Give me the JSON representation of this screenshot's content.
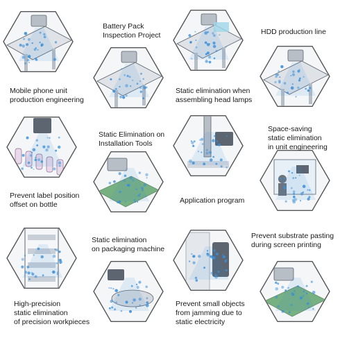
{
  "captions": {
    "battery_pack": [
      "Battery Pack",
      "Inspection Project"
    ],
    "hdd_line": [
      "HDD production line"
    ],
    "mobile_phone": [
      "Mobile phone unit",
      "production engineering"
    ],
    "head_lamps": [
      "Static elimination when",
      "assembling head lamps"
    ],
    "space_saving": [
      "Space-saving",
      "static elimination",
      "in unit engineering"
    ],
    "installation_tools": [
      "Static Elimination on",
      "Installation Tools"
    ],
    "label_position": [
      "Prevent label position",
      "offset on bottle"
    ],
    "application_program": [
      "Application program"
    ],
    "substrate_pasting": [
      "Prevent substrate pasting",
      "during screen printing"
    ],
    "packaging_machine": [
      "Static elimination",
      "on packaging machine"
    ],
    "precision_workpieces": [
      "High-precision",
      "static elimination",
      "of precision workpieces"
    ],
    "small_objects": [
      "Prevent small objects",
      "from jamming due to",
      "static electricity"
    ]
  },
  "colors": {
    "hex_border": "#555555",
    "hex_fill": "#f4f6f8",
    "ion_blue": "#3a8fd8",
    "machine_gray": "#b8bec6",
    "machine_dark": "#5c6570",
    "board_green": "#4f9a5a"
  },
  "hexagons": [
    {
      "name": "hex-assembly-bench",
      "scene": "bench"
    },
    {
      "name": "hex-hdd-line",
      "scene": "hdd"
    },
    {
      "name": "hex-battery-inspection",
      "scene": "inspect"
    },
    {
      "name": "hex-conveyor-ionizer",
      "scene": "conveyor"
    },
    {
      "name": "hex-bottle-line",
      "scene": "bottles"
    },
    {
      "name": "hex-tool-ionizer",
      "scene": "tool"
    },
    {
      "name": "hex-circuit-board",
      "scene": "board"
    },
    {
      "name": "hex-screen-printing",
      "scene": "booth"
    },
    {
      "name": "hex-workpiece-rack",
      "scene": "rack"
    },
    {
      "name": "hex-packaging-film",
      "scene": "film"
    },
    {
      "name": "hex-parts-feeder",
      "scene": "feeder"
    },
    {
      "name": "hex-pcb-press",
      "scene": "press"
    }
  ]
}
